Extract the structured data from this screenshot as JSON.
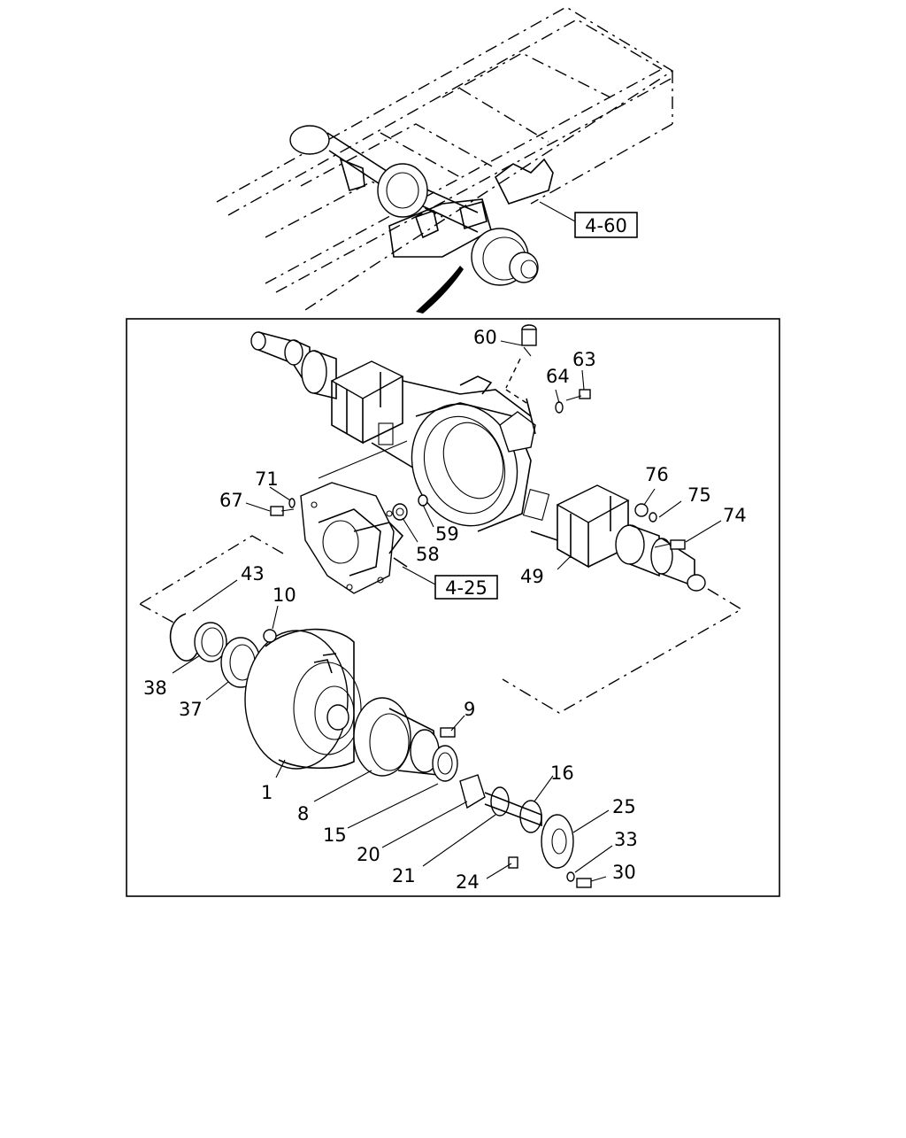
{
  "refs": {
    "frame": "4-60",
    "differential": "4-25"
  },
  "callouts": {
    "p60": "60",
    "p63": "63",
    "p64": "64",
    "p71": "71",
    "p67": "67",
    "p76": "76",
    "p75": "75",
    "p74": "74",
    "p59": "59",
    "p58": "58",
    "p49": "49",
    "p43": "43",
    "p10": "10",
    "p38": "38",
    "p37": "37",
    "p9": "9",
    "p1": "1",
    "p8": "8",
    "p16": "16",
    "p15": "15",
    "p20": "20",
    "p25": "25",
    "p21": "21",
    "p33": "33",
    "p24": "24",
    "p30": "30"
  }
}
